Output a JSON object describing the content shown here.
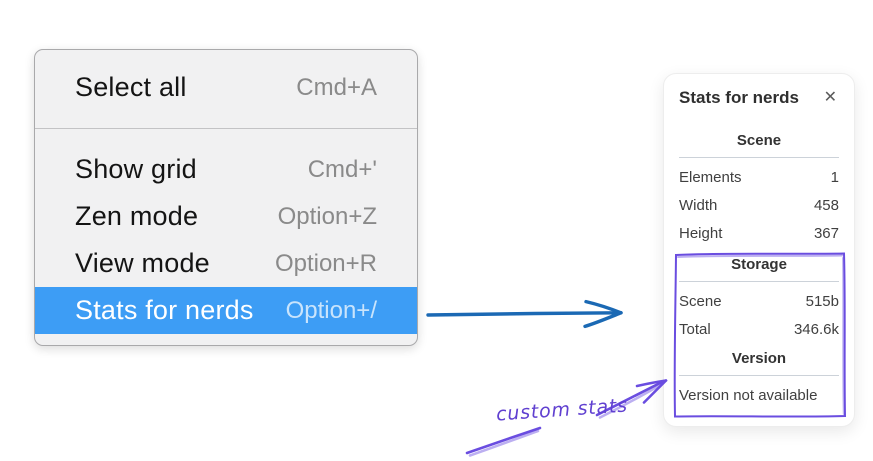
{
  "context_menu": {
    "sections": [
      {
        "items": [
          {
            "label": "Select all",
            "shortcut": "Cmd+A"
          }
        ]
      },
      {
        "items": [
          {
            "label": "Show grid",
            "shortcut": "Cmd+'"
          },
          {
            "label": "Zen mode",
            "shortcut": "Option+Z"
          },
          {
            "label": "View mode",
            "shortcut": "Option+R"
          },
          {
            "label": "Stats for nerds",
            "shortcut": "Option+/"
          }
        ]
      }
    ],
    "highlighted_item": "Stats for nerds",
    "colors": {
      "highlight": "#3d9df5",
      "background": "#f1f1f2",
      "shortcut_text": "#8a8a8a"
    }
  },
  "stats_panel": {
    "title": "Stats for nerds",
    "close_glyph": "✕",
    "scene_section": {
      "header": "Scene",
      "rows": [
        {
          "label": "Elements",
          "value": "1"
        },
        {
          "label": "Width",
          "value": "458"
        },
        {
          "label": "Height",
          "value": "367"
        }
      ]
    },
    "storage_section": {
      "header": "Storage",
      "rows": [
        {
          "label": "Scene",
          "value": "515b"
        },
        {
          "label": "Total",
          "value": "346.6k"
        }
      ]
    },
    "version_section": {
      "header": "Version",
      "note": "Version not available"
    }
  },
  "annotations": {
    "custom_stats_label": "custom stats",
    "blue_arrow_color": "#1b69b4",
    "purple_color": "#6a4de0"
  }
}
